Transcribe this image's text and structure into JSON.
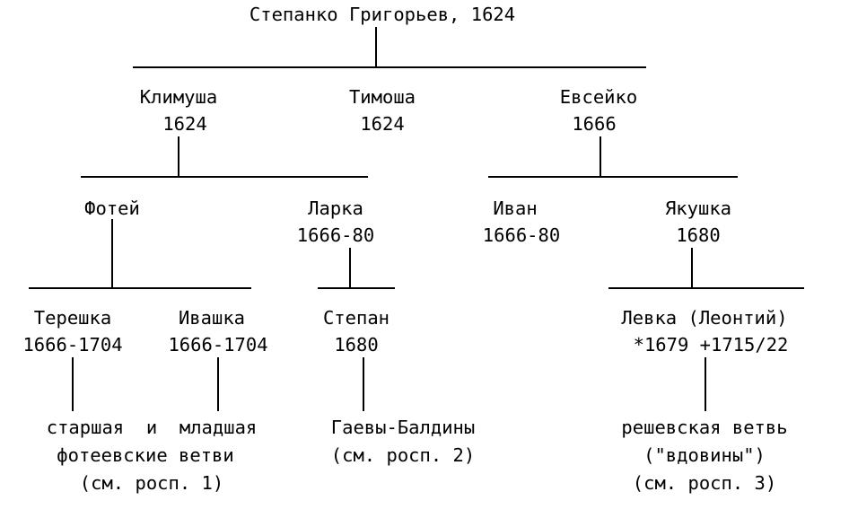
{
  "root": {
    "name": "Степанко Григорьев, 1624"
  },
  "gen2": [
    {
      "name": "Климуша",
      "year": "1624"
    },
    {
      "name": "Тимоша",
      "year": "1624"
    },
    {
      "name": "Евсейко",
      "year": "1666"
    }
  ],
  "gen3": [
    {
      "name": "Фотей"
    },
    {
      "name": "Ларка",
      "year": "1666-80"
    },
    {
      "name": "Иван",
      "year": "1666-80"
    },
    {
      "name": "Якушка",
      "year": "1680"
    }
  ],
  "gen4": [
    {
      "name": "Терешка",
      "year": "1666-1704"
    },
    {
      "name": "Ивашка",
      "year": "1666-1704"
    },
    {
      "name": "Степан",
      "year": "1680"
    },
    {
      "name": "Левка (Леонтий)",
      "year": "*1679 +1715/22"
    }
  ],
  "branches": [
    {
      "line1": "старшая  и  младшая",
      "line2": "фотеевские ветви",
      "line3": "(см. росп. 1)"
    },
    {
      "line1": "Гаевы-Балдины",
      "line2": "(см. росп. 2)"
    },
    {
      "line1": "решевская ветвь",
      "line2": "(\"вдовины\")",
      "line3": "(см. росп. 3)"
    }
  ]
}
